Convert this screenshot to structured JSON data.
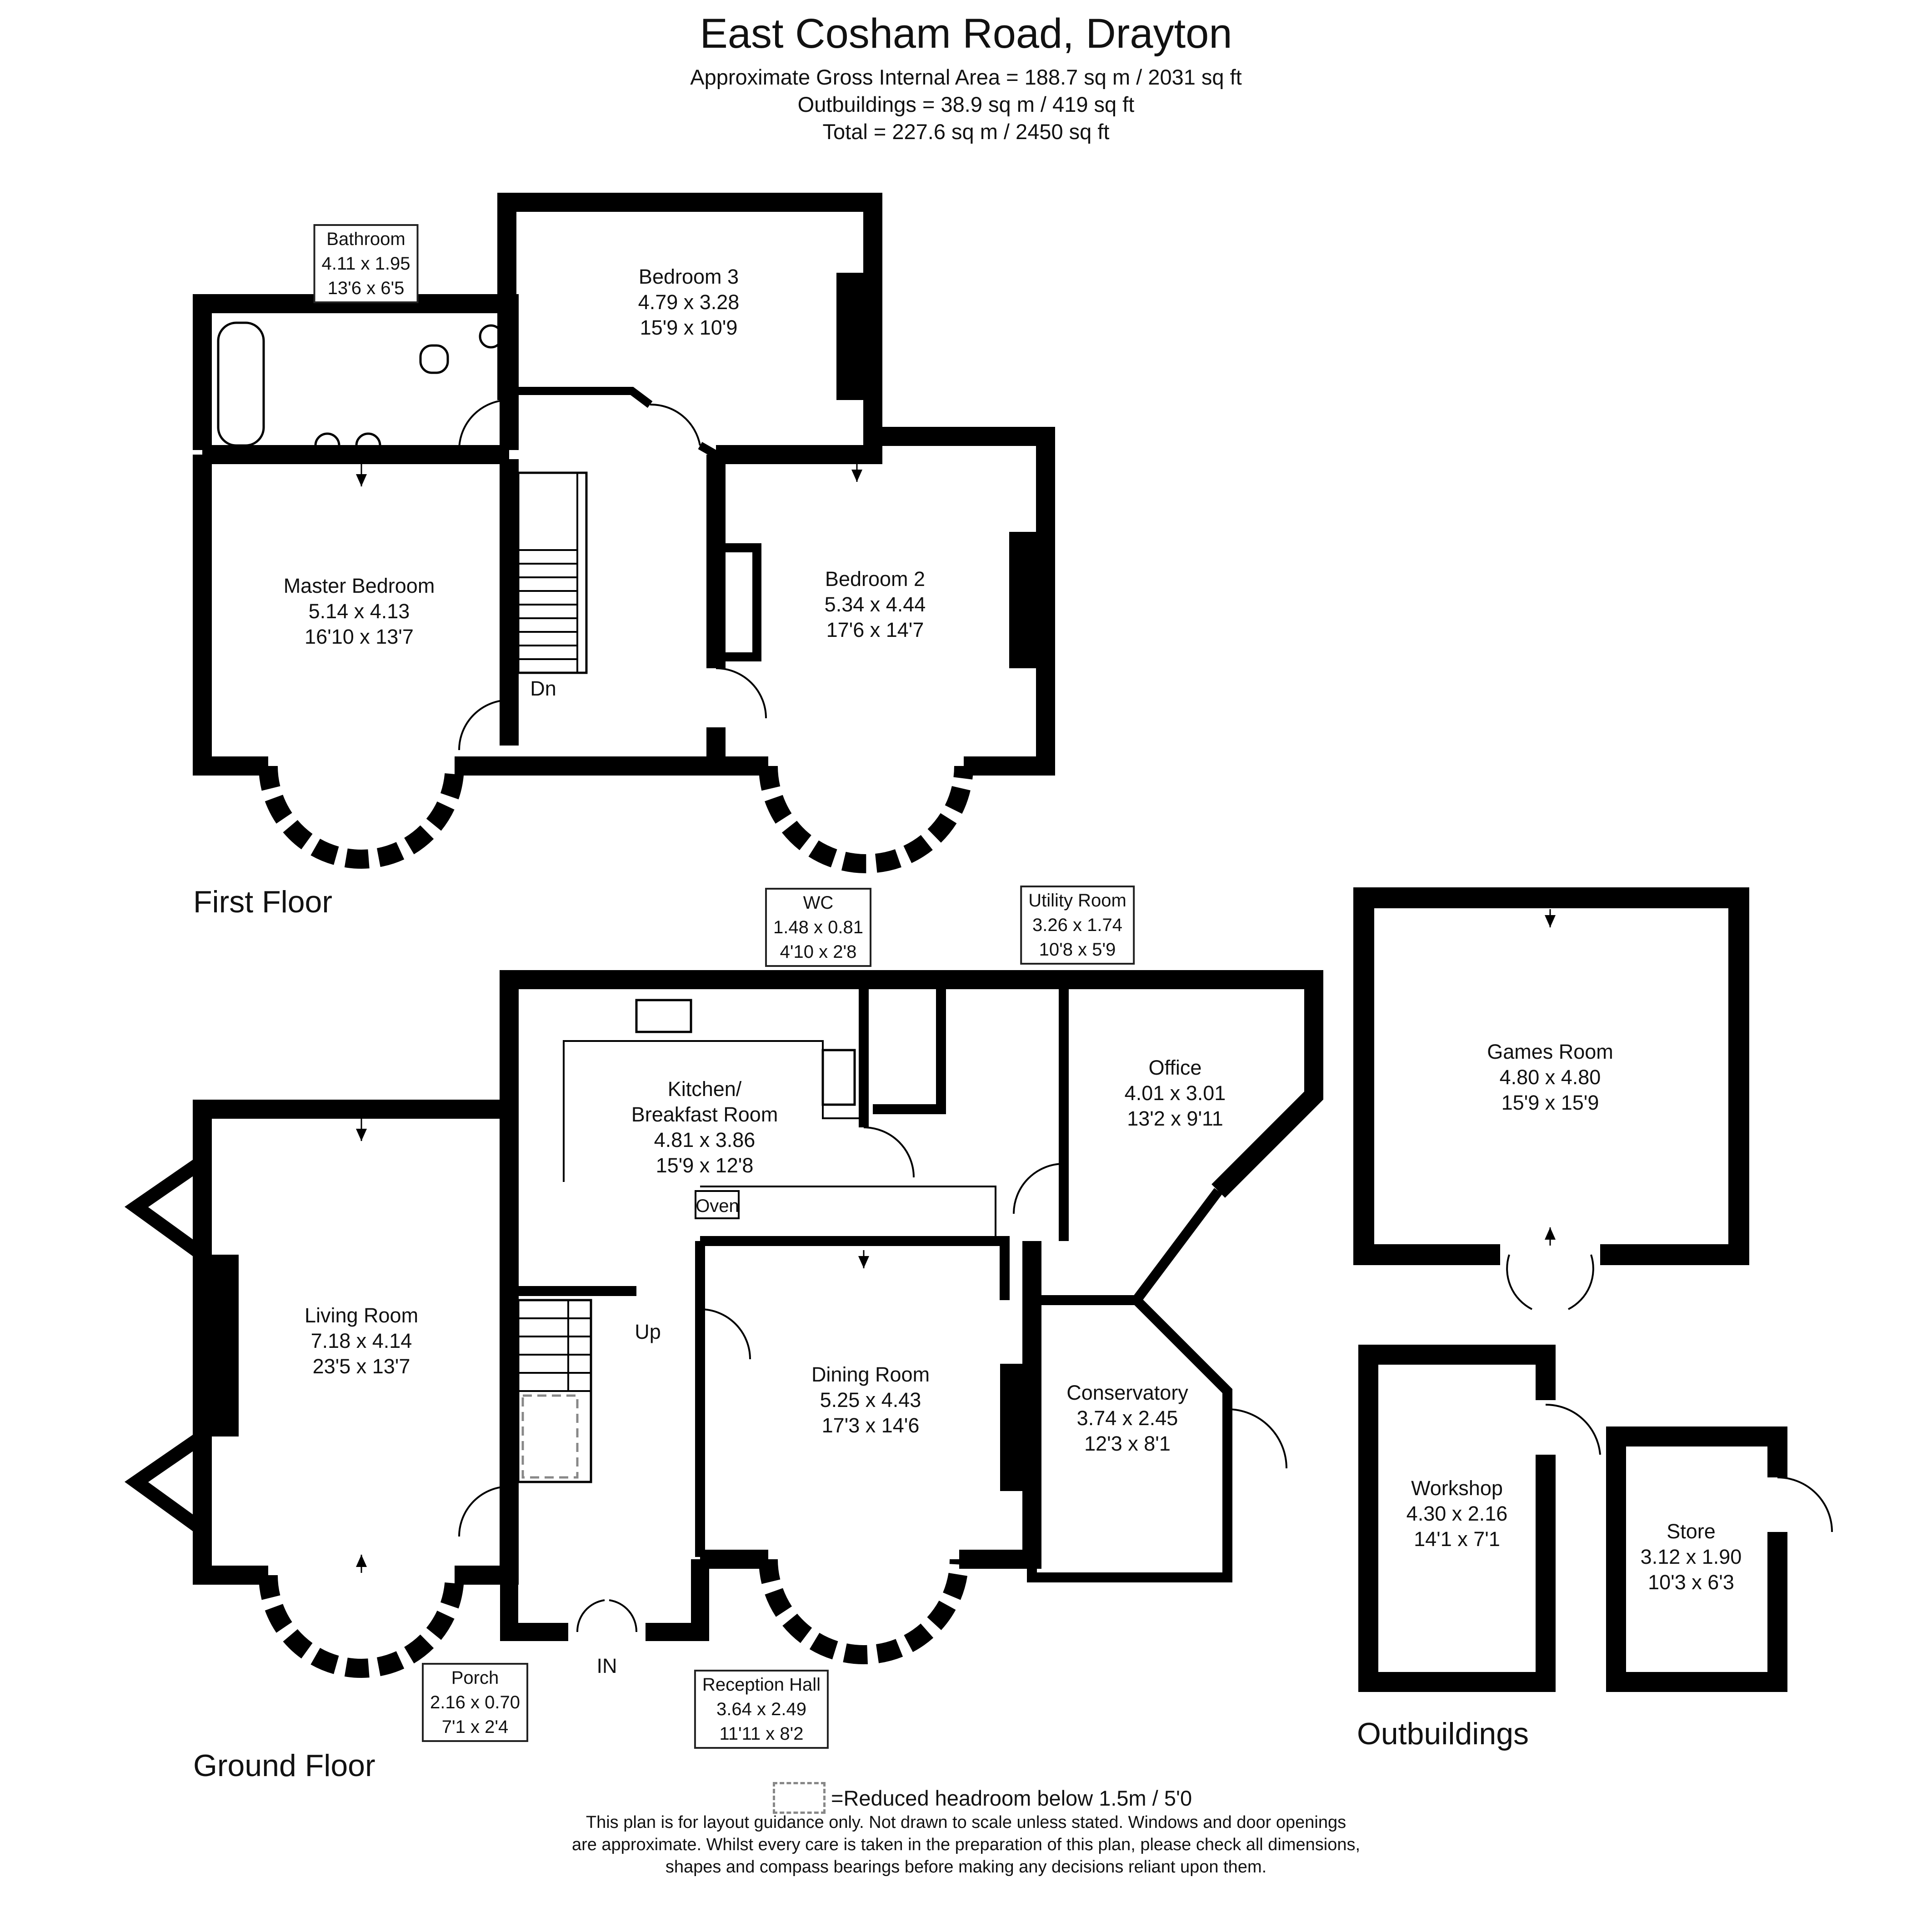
{
  "header": {
    "title": "East Cosham Road, Drayton",
    "area_internal": "Approximate Gross Internal Area = 188.7 sq m / 2031 sq ft",
    "area_outbuildings": "Outbuildings = 38.9 sq m / 419 sq ft",
    "area_total": "Total = 227.6 sq m / 2450 sq ft"
  },
  "floors": {
    "first": "First Floor",
    "ground": "Ground Floor",
    "outbuildings": "Outbuildings"
  },
  "rooms": {
    "bathroom": {
      "name": "Bathroom",
      "metric": "4.11 x 1.95",
      "imperial": "13'6 x 6'5"
    },
    "bedroom3": {
      "name": "Bedroom 3",
      "metric": "4.79 x 3.28",
      "imperial": "15'9 x 10'9"
    },
    "master_bedroom": {
      "name": "Master Bedroom",
      "metric": "5.14 x 4.13",
      "imperial": "16'10 x 13'7"
    },
    "bedroom2": {
      "name": "Bedroom 2",
      "metric": "5.34 x 4.44",
      "imperial": "17'6 x 14'7"
    },
    "wc": {
      "name": "WC",
      "metric": "1.48 x 0.81",
      "imperial": "4'10 x 2'8"
    },
    "utility": {
      "name": "Utility Room",
      "metric": "3.26 x 1.74",
      "imperial": "10'8 x 5'9"
    },
    "office": {
      "name": "Office",
      "metric": "4.01 x 3.01",
      "imperial": "13'2 x 9'11"
    },
    "kitchen": {
      "name": "Kitchen/",
      "name2": "Breakfast Room",
      "metric": "4.81 x 3.86",
      "imperial": "15'9 x 12'8"
    },
    "living": {
      "name": "Living Room",
      "metric": "7.18 x 4.14",
      "imperial": "23'5 x 13'7"
    },
    "dining": {
      "name": "Dining Room",
      "metric": "5.25 x 4.43",
      "imperial": "17'3 x 14'6"
    },
    "conservatory": {
      "name": "Conservatory",
      "metric": "3.74 x 2.45",
      "imperial": "12'3 x 8'1"
    },
    "porch": {
      "name": "Porch",
      "metric": "2.16 x 0.70",
      "imperial": "7'1 x 2'4"
    },
    "reception": {
      "name": "Reception Hall",
      "metric": "3.64 x 2.49",
      "imperial": "11'11 x 8'2"
    },
    "games": {
      "name": "Games Room",
      "metric": "4.80 x 4.80",
      "imperial": "15'9 x 15'9"
    },
    "workshop": {
      "name": "Workshop",
      "metric": "4.30 x 2.16",
      "imperial": "14'1 x 7'1"
    },
    "store": {
      "name": "Store",
      "metric": "3.12 x 1.90",
      "imperial": "10'3 x 6'3"
    }
  },
  "markers": {
    "stairs_down": "Dn",
    "stairs_up": "Up",
    "entrance": "IN",
    "oven": "Oven"
  },
  "legend": {
    "text": "=Reduced headroom below 1.5m / 5'0"
  },
  "disclaimer": {
    "line1": "This plan is for layout guidance only. Not drawn to scale unless stated. Windows and door openings",
    "line2": "are approximate. Whilst every care is taken in the preparation of this plan, please check all dimensions,",
    "line3": "shapes and compass bearings before making any decisions reliant upon them."
  },
  "colors": {
    "wall": "#000000",
    "window": "#ffffff",
    "text": "#111111"
  }
}
